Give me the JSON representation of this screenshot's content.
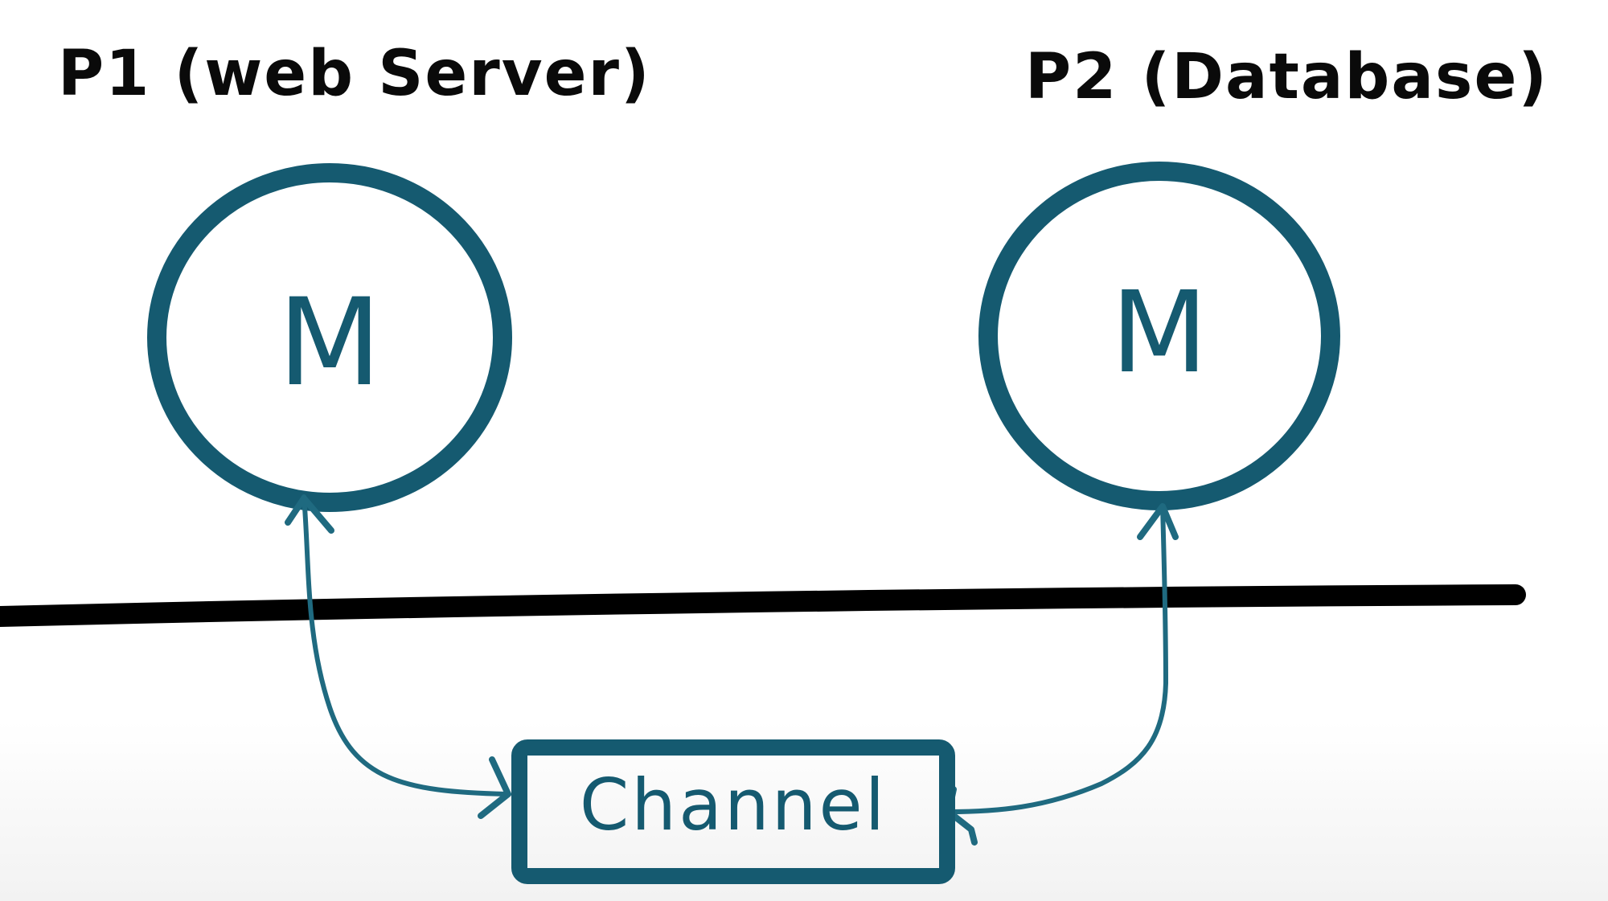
{
  "diagram": {
    "colors": {
      "node_stroke": "#155a70",
      "arrow_stroke": "#1f6a80",
      "label_text": "#0a0a0a",
      "boundary_line": "#000000",
      "background": "#ffffff"
    },
    "process_1": {
      "label": "P1 (web Server)",
      "node_text": "M"
    },
    "process_2": {
      "label": "P2 (Database)",
      "node_text": "M"
    },
    "channel": {
      "label": "Channel"
    },
    "edges": [
      {
        "from": "process_1",
        "to": "channel",
        "direction": "bidirectional"
      },
      {
        "from": "process_2",
        "to": "channel",
        "direction": "bidirectional"
      }
    ],
    "boundary": {
      "type": "horizontal-line",
      "description": "separates processes from channel"
    }
  }
}
